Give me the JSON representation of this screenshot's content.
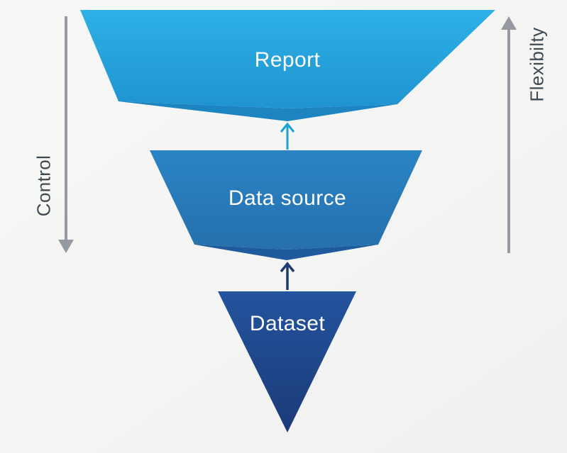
{
  "page": {
    "background": "#f4f4f2"
  },
  "funnel": {
    "levels": [
      {
        "label": "Report",
        "colors": {
          "top": "#2db1e6",
          "bottom": "#1f93d0",
          "fold": "#1b84c1"
        }
      },
      {
        "label": "Data source",
        "colors": {
          "top": "#2a84c5",
          "bottom": "#2670ad",
          "fold": "#1e5b9d"
        }
      },
      {
        "label": "Dataset",
        "colors": {
          "top": "#23549e",
          "bottom": "#1c3a78"
        }
      }
    ],
    "connectors": [
      {
        "name": "datasource-to-report",
        "color": "#1ba3d2"
      },
      {
        "name": "dataset-to-datasource",
        "color": "#1e3a70"
      }
    ]
  },
  "axes": {
    "left": {
      "label": "Control",
      "direction": "down",
      "line_color": "#959aa0",
      "text_color": "#3d4a52"
    },
    "right": {
      "label": "Flexibilty",
      "direction": "up",
      "line_color": "#959aa0",
      "text_color": "#3d4a52"
    }
  }
}
